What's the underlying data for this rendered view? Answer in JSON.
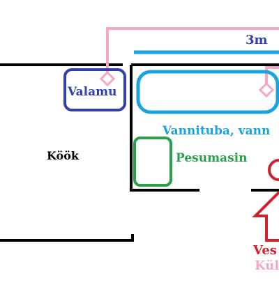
{
  "diagram": {
    "labels": {
      "kitchen": "Köök",
      "sink": "Valamu",
      "bathroom": "Vannituba, vann",
      "washer": "Pesumasin",
      "measure": "3m",
      "cut_red": "Ves",
      "cut_pink": "Kül"
    },
    "colors": {
      "walls": "#000000",
      "sink": "#2f3fb0",
      "bathtub": "#1aa3de",
      "washer": "#2aa04a",
      "pipe": "#f6a6c7",
      "person": "#d1212f",
      "measure": "#1aa3de"
    }
  }
}
